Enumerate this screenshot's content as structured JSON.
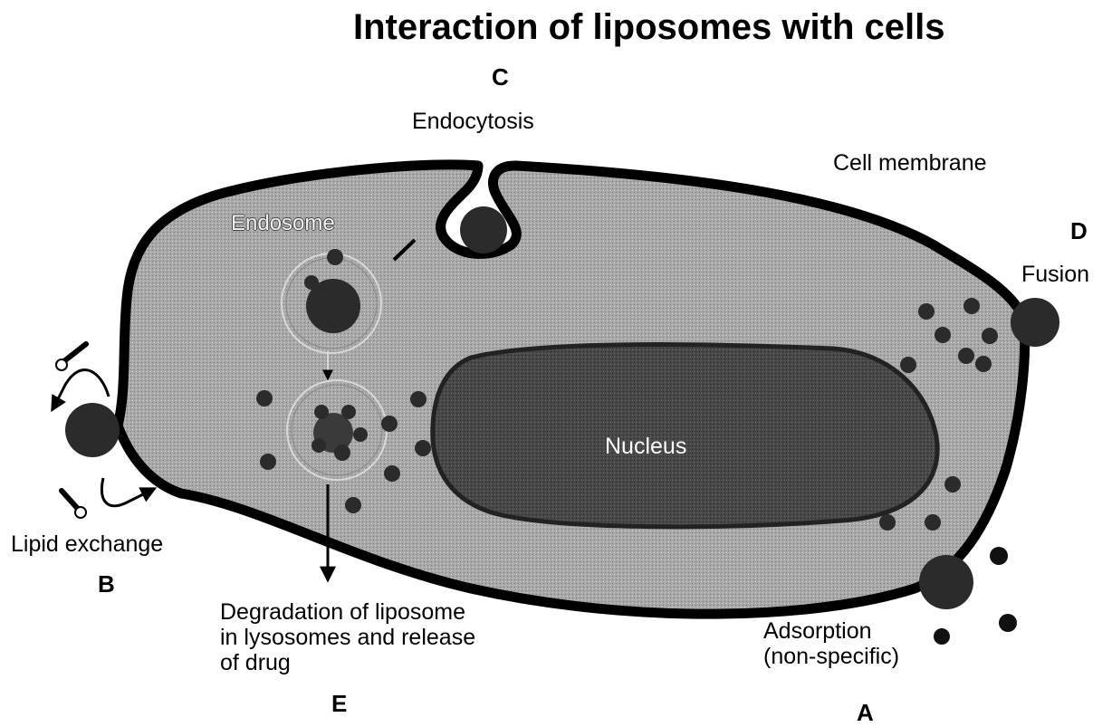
{
  "title": "Interaction of liposomes with cells",
  "labels": {
    "endocytosis": "Endocytosis",
    "cell_membrane": "Cell membrane",
    "endosome": "Endosome",
    "nucleus": "Nucleus",
    "fusion": "Fusion",
    "lipid_exchange": "Lipid exchange",
    "degradation": "Degradation of liposome\nin lysosomes and release\nof drug",
    "adsorption": "Adsorption\n(non-specific)"
  },
  "letters": {
    "a": "A",
    "b": "B",
    "c": "C",
    "d": "D",
    "e": "E"
  },
  "colors": {
    "cytoplasm": "#a9a9a9",
    "membrane": "#000000",
    "nucleus": "#4a4a4a",
    "liposome": "#2b2b2b"
  }
}
